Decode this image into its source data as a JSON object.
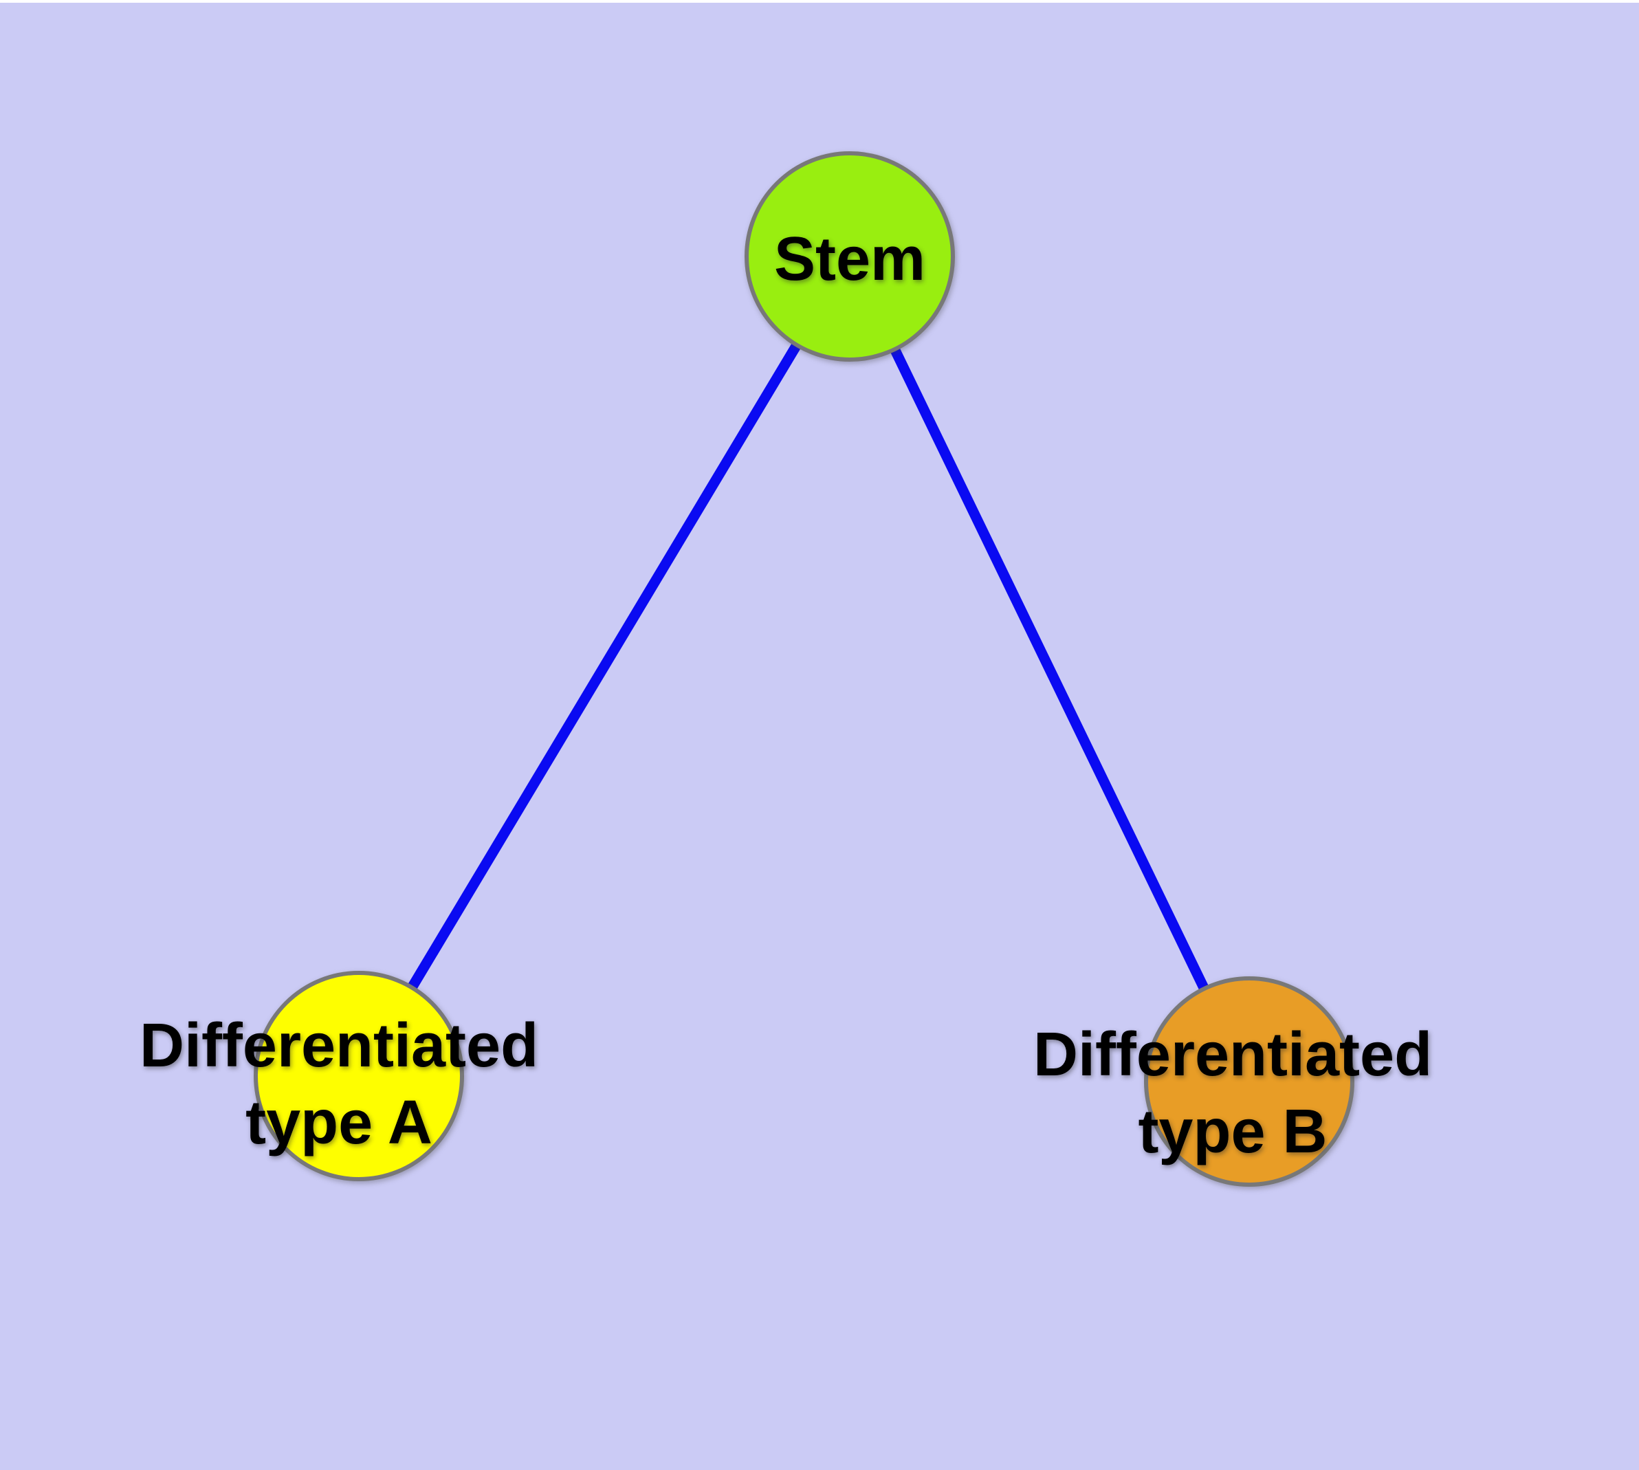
{
  "diagram": {
    "background_color": "#cbcbf5",
    "top_strip_color": "#ffffff",
    "edge_color": "#0a0af2",
    "node_border_color": "#787878",
    "text_color": "#000000",
    "nodes": {
      "stem": {
        "label": "Stem",
        "fill": "#99ee10"
      },
      "type_a": {
        "label_line1": "Differentiated",
        "label_line2": "type A",
        "fill": "#fefe00"
      },
      "type_b": {
        "label_line1": "Differentiated",
        "label_line2": "type B",
        "fill": "#e89d26"
      }
    },
    "edges": [
      {
        "from": "Stem",
        "to": "Differentiated type A"
      },
      {
        "from": "Stem",
        "to": "Differentiated type B"
      }
    ]
  }
}
